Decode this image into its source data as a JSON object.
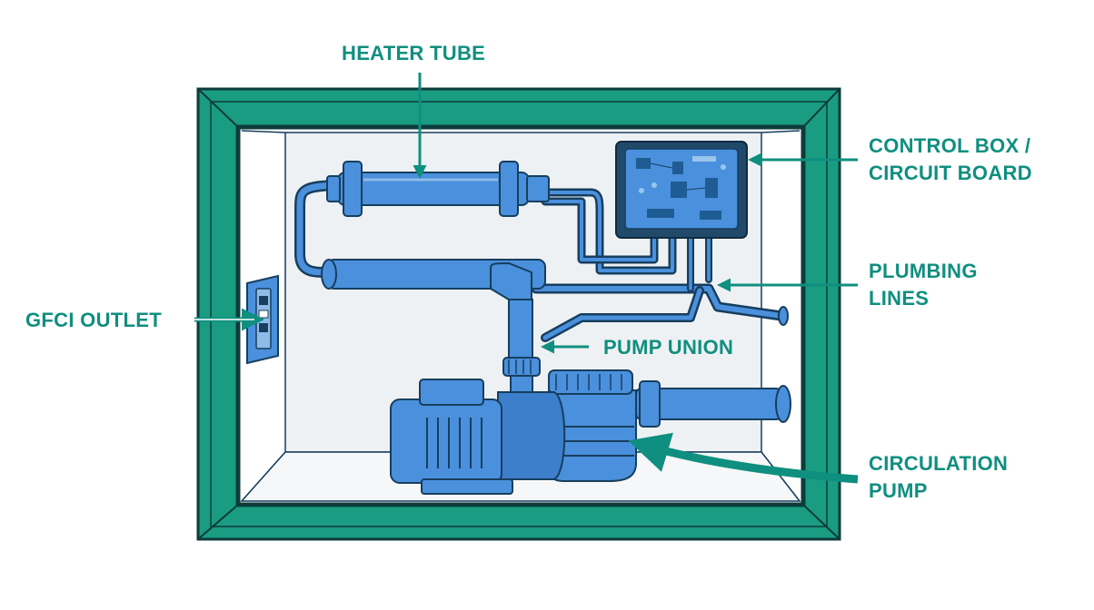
{
  "colors": {
    "frame_teal": "#1a9c82",
    "frame_dark": "#0d3b3a",
    "label_teal": "#0f8f7f",
    "equipment_blue": "#4a90dc",
    "equipment_dark": "#173e5e",
    "control_box_dark": "#214a6a",
    "wall_panel": "#e9ecef"
  },
  "labels": {
    "heater_tube": "HEATER TUBE",
    "control_box": [
      "CONTROL BOX /",
      "CIRCUIT BOARD"
    ],
    "plumbing_lines": [
      "PLUMBING",
      "LINES"
    ],
    "gfci_outlet": "GFCI OUTLET",
    "pump_union": "PUMP UNION",
    "circulation_pump": [
      "CIRCULATION",
      "PUMP"
    ]
  },
  "icons": [
    "heater-tube-icon",
    "control-box-icon",
    "circuit-board-icon",
    "gfci-outlet-icon",
    "pump-union-icon",
    "circulation-pump-icon"
  ]
}
